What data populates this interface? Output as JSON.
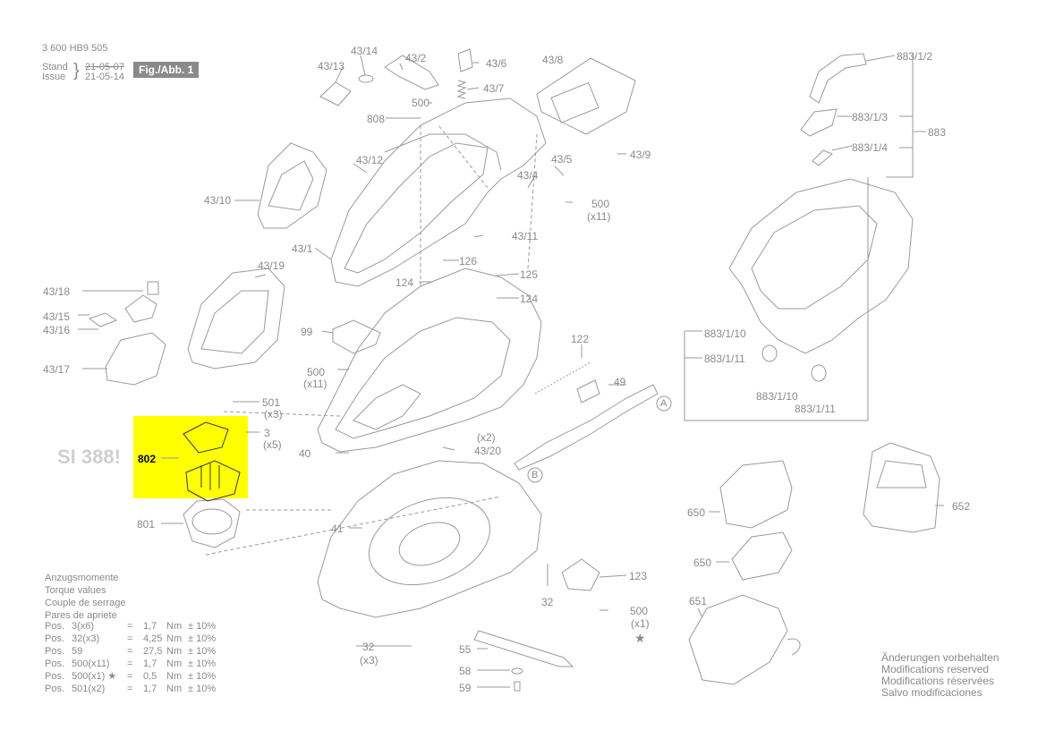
{
  "header": {
    "doc_number": "3 600 HB9 505",
    "stand_label": "Stand",
    "issue_label": "Issue",
    "stand_date_old": "21-05-07",
    "issue_date": "21-05-14",
    "figure_label": "Fig./Abb. 1"
  },
  "service_info": "SI 388!",
  "highlight_color": "#ffff00",
  "part_labels": {
    "p43_14": "43/14",
    "p43_2": "43/2",
    "p43_6": "43/6",
    "p43_8": "43/8",
    "p43_13": "43/13",
    "p43_7": "43/7",
    "p500a": "500",
    "p808": "808",
    "p43_12": "43/12",
    "p43_9": "43/9",
    "p43_5": "43/5",
    "p43_4": "43/4",
    "p500b": "500",
    "p500b_x": "(x11)",
    "p43_10": "43/10",
    "p43_11": "43/11",
    "p43_1": "43/1",
    "p126": "126",
    "p43_19": "43/19",
    "p125": "125",
    "p124a": "124",
    "p124b": "124",
    "p43_18": "43/18",
    "p43_15": "43/15",
    "p43_16": "43/16",
    "p43_17": "43/17",
    "p99": "99",
    "p122": "122",
    "p500c": "500",
    "p500c_x": "(x11)",
    "p49": "49",
    "pA": "A",
    "p501": "501",
    "p501_x": "(x3)",
    "p3": "3",
    "p3_x": "(x5)",
    "p802": "802",
    "p40": "40",
    "p43_20": "43/20",
    "p43_20_x": "(x2)",
    "pB": "B",
    "p801": "801",
    "p41": "41",
    "p123": "123",
    "p32a": "32",
    "p500d": "500",
    "p500d_x": "(x1)",
    "p55": "55",
    "p32b": "32",
    "p32b_x": "(x3)",
    "p58": "58",
    "p59": "59",
    "p883_1_2": "883/1/2",
    "p883_1_3": "883/1/3",
    "p883": "883",
    "p883_1_4": "883/1/4",
    "p883_1_10a": "883/1/10",
    "p883_1_11a": "883/1/11",
    "p883_1_10b": "883/1/10",
    "p883_1_11b": "883/1/11",
    "p650a": "650",
    "p652": "652",
    "p650b": "650",
    "p651": "651"
  },
  "torque": {
    "headings": [
      "Anzugsmomente",
      "Torque values",
      "Couple de serrage",
      "Pares de apriete"
    ],
    "rows": [
      {
        "pos": "Pos.",
        "ref": "3(x6)",
        "eq": "=",
        "val": "1,7",
        "unit": "Nm",
        "tol": "± 10%"
      },
      {
        "pos": "Pos.",
        "ref": "32(x3)",
        "eq": "=",
        "val": "4,25",
        "unit": "Nm",
        "tol": "± 10%"
      },
      {
        "pos": "Pos.",
        "ref": "59",
        "eq": "=",
        "val": "27,5",
        "unit": "Nm",
        "tol": "± 10%"
      },
      {
        "pos": "Pos.",
        "ref": "500(x11)",
        "eq": "=",
        "val": "1,7",
        "unit": "Nm",
        "tol": "± 10%"
      },
      {
        "pos": "Pos.",
        "ref": "500(x1) ★",
        "eq": "=",
        "val": "0,5",
        "unit": "Nm",
        "tol": "± 10%"
      },
      {
        "pos": "Pos.",
        "ref": "501(x2)",
        "eq": "=",
        "val": "1,7",
        "unit": "Nm",
        "tol": "± 10%"
      }
    ]
  },
  "notes": [
    "Änderungen vorbehalten",
    "Modifications reserved",
    "Modifications réservées",
    "Salvo modificaciones"
  ],
  "star_symbol": "★"
}
